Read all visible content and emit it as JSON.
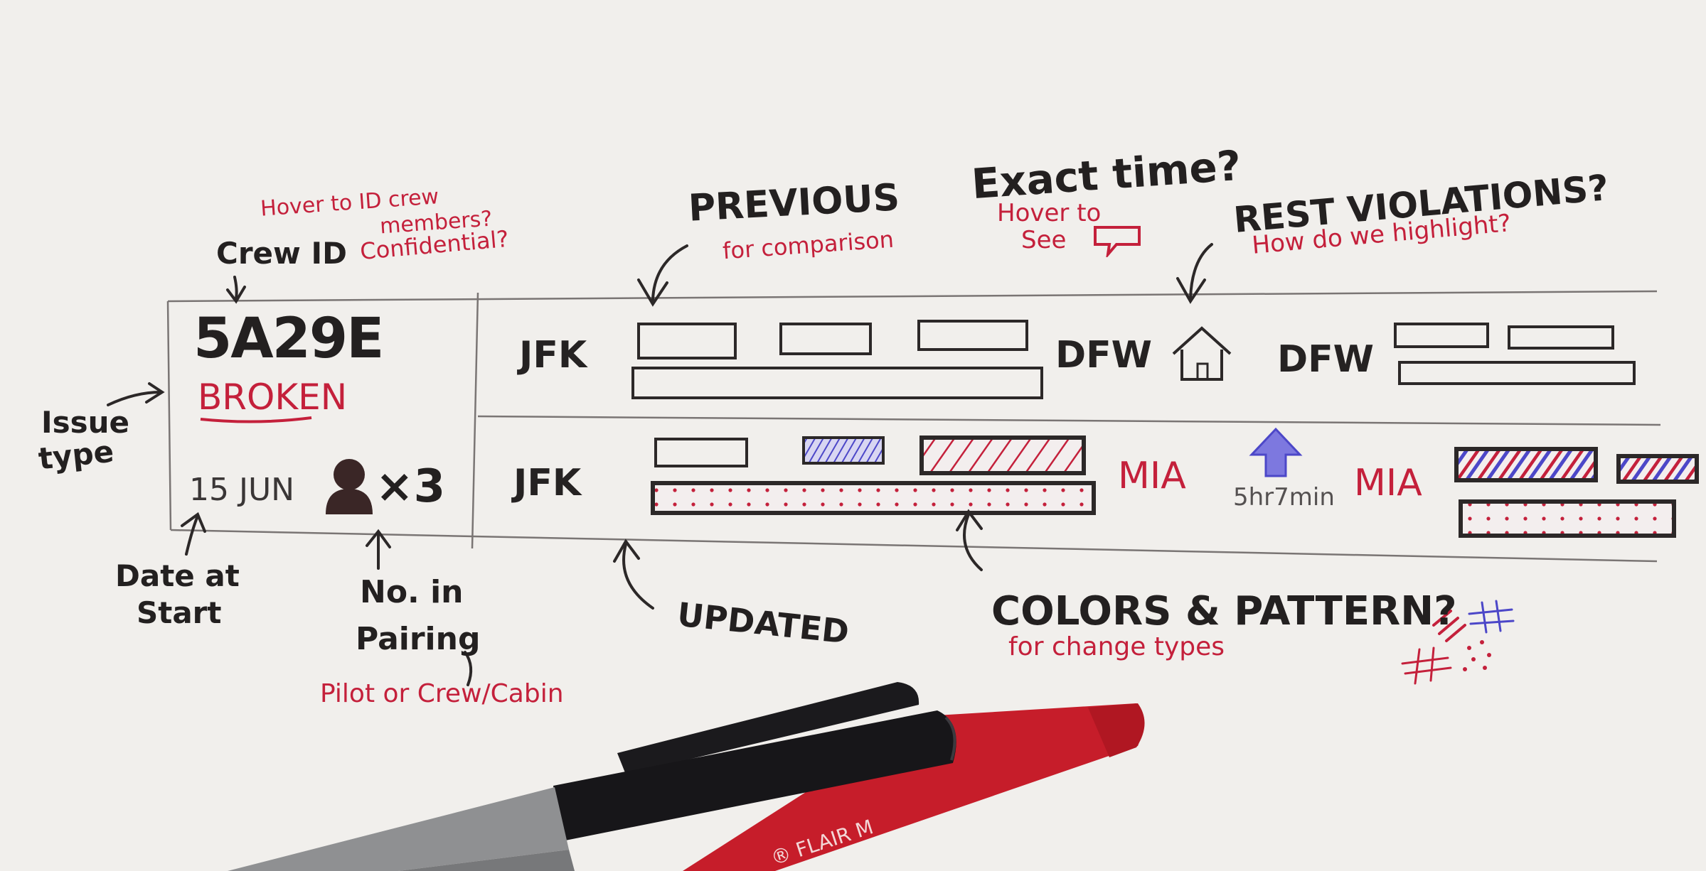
{
  "annotations": {
    "crew_id_hover": "Hover to ID crew",
    "crew_id_members": "members?",
    "crew_id_confidential": "Confidential?",
    "crew_id": "Crew ID",
    "previous": "PREVIOUS",
    "for_comparison": "for comparison",
    "exact_time": "Exact time?",
    "hover_to": "Hover to",
    "see": "See",
    "rest_violations": "REST VIOLATIONS?",
    "how_highlight": "How do we highlight?",
    "issue_type_line1": "Issue",
    "issue_type_line2": "type",
    "date_at_start_line1": "Date at",
    "date_at_start_line2": "Start",
    "no_in_pairing_line1": "No. in",
    "no_in_pairing_line2": "Pairing",
    "pilot_or_crew": "Pilot or Crew/Cabin",
    "updated": "UPDATED",
    "colors_pattern": "COLORS & PATTERN?",
    "for_change_types": "for change types"
  },
  "pairing": {
    "crew_id": "5A29E",
    "issue_type": "BROKEN",
    "date": "15 JUN",
    "count": "×3"
  },
  "rows": [
    {
      "origin": "JFK",
      "mid": "DFW",
      "rest": "",
      "end": "DFW"
    },
    {
      "origin": "JFK",
      "mid": "MIA",
      "rest": "5hr7min",
      "end": "MIA"
    }
  ],
  "colors": {
    "ink": "#232020",
    "red_marker": "#c4203b",
    "blue_marker": "#4c47c8",
    "paper": "#f1efec"
  },
  "icons": [
    "house-icon",
    "arrow-up-icon",
    "person-icon",
    "speech-bubble-icon"
  ]
}
